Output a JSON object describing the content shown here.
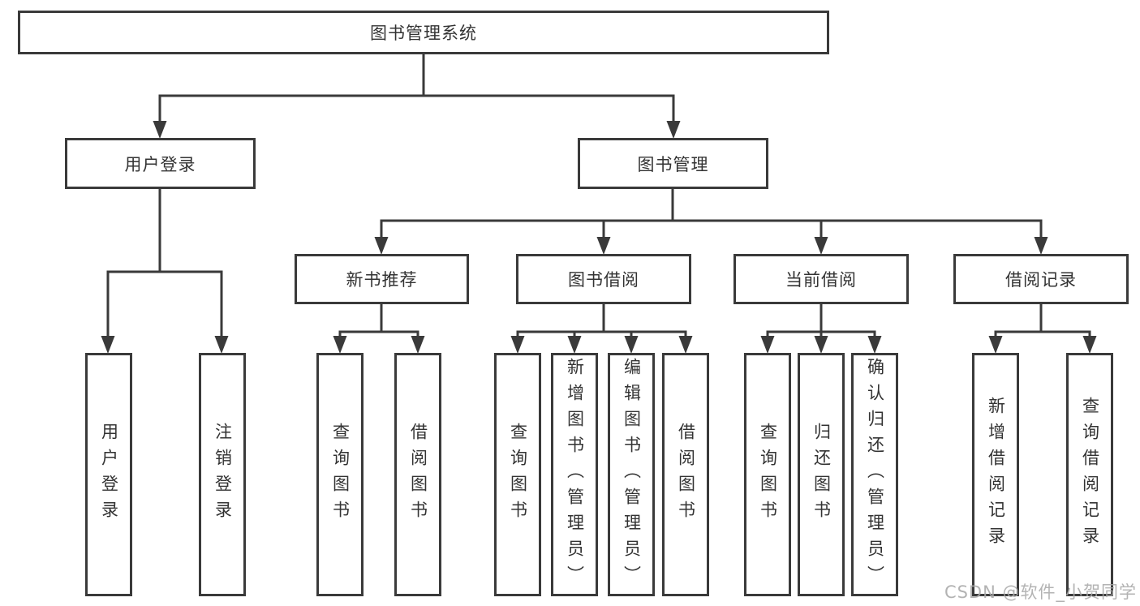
{
  "diagram": {
    "title": "图书管理系统",
    "root": "图书管理系统",
    "level1": {
      "user_login": "用户登录",
      "book_mgmt": "图书管理"
    },
    "level2": {
      "new_books": "新书推荐",
      "book_borrow": "图书借阅",
      "current_borrow": "当前借阅",
      "borrow_records": "借阅记录"
    },
    "leaves": {
      "user_login": [
        "用户登录",
        "注销登录"
      ],
      "new_books": [
        "查询图书",
        "借阅图书"
      ],
      "book_borrow": [
        "查询图书",
        "新增图书（管理员）",
        "编辑图书（管理员）",
        "借阅图书"
      ],
      "current_borrow": [
        "查询图书",
        "归还图书",
        "确认归还（管理员）"
      ],
      "borrow_records": [
        "新增借阅记录",
        "查询借阅记录"
      ]
    },
    "watermark": "CSDN @软件_小贺同学",
    "colors": {
      "line": "#3a3a3a",
      "text": "#333333",
      "background": "#ffffff",
      "watermark": "#a8a8a8"
    }
  }
}
